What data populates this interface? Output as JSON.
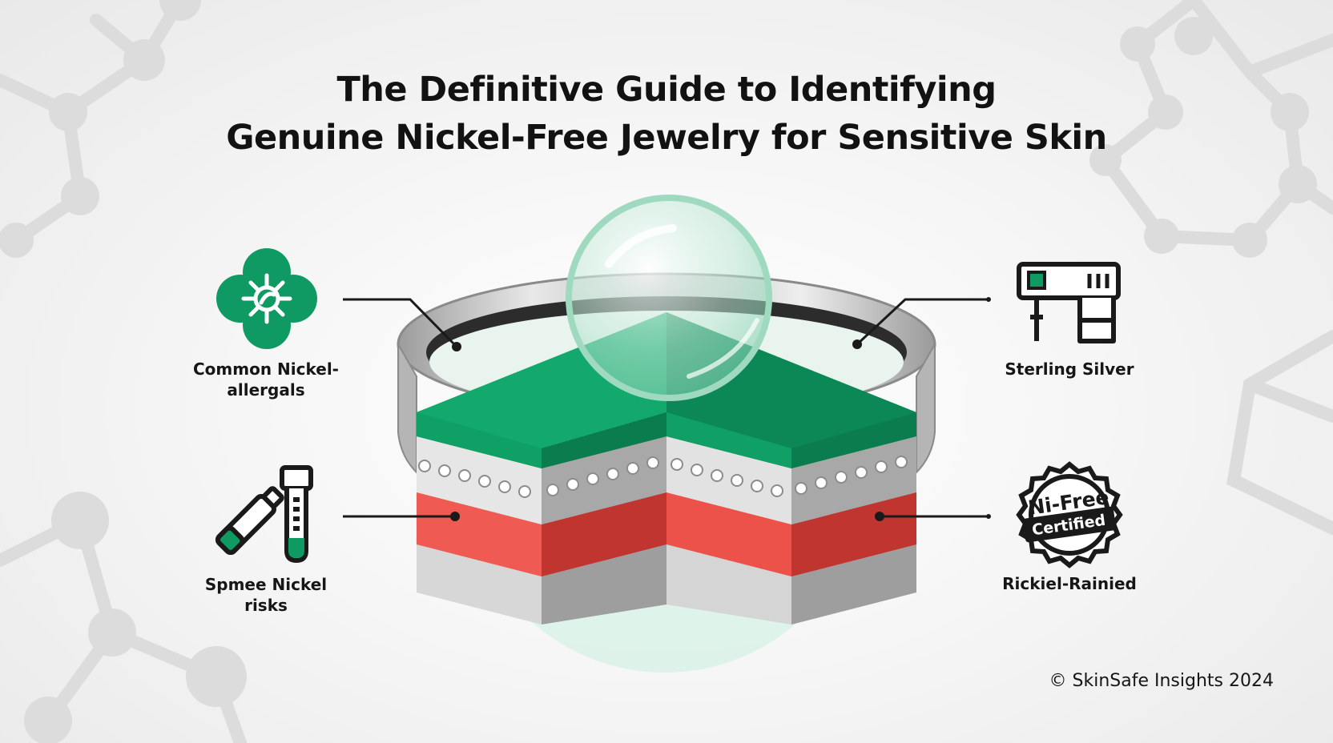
{
  "title": {
    "line1": "The Definitive Guide to Identifying",
    "line2": "Genuine Nickel-Free Jewelry for Sensitive Skin"
  },
  "labels": {
    "top_left": {
      "line1": "Common Nickel-",
      "line2": "allergals",
      "icon": "germ-icon"
    },
    "bottom_left": {
      "line1": "Spmee Nickel",
      "line2": "risks",
      "icon": "test-tube-icon"
    },
    "top_right": {
      "line1": "Sterling Silver",
      "icon": "testing-machine-icon"
    },
    "bottom_right": {
      "line1": "Rickiel-Rainied",
      "icon": "certified-seal-icon"
    }
  },
  "badge": {
    "line1": "Ni-Free",
    "line2": "Certified"
  },
  "footer": "© SkinSafe Insights 2024",
  "colors": {
    "green": "#0f9a63",
    "green_dark": "#0b7e50",
    "red": "#e2463f",
    "red_dark": "#c0352f",
    "silver": "#c9c9c9",
    "molecule": "#d9d9d9"
  }
}
